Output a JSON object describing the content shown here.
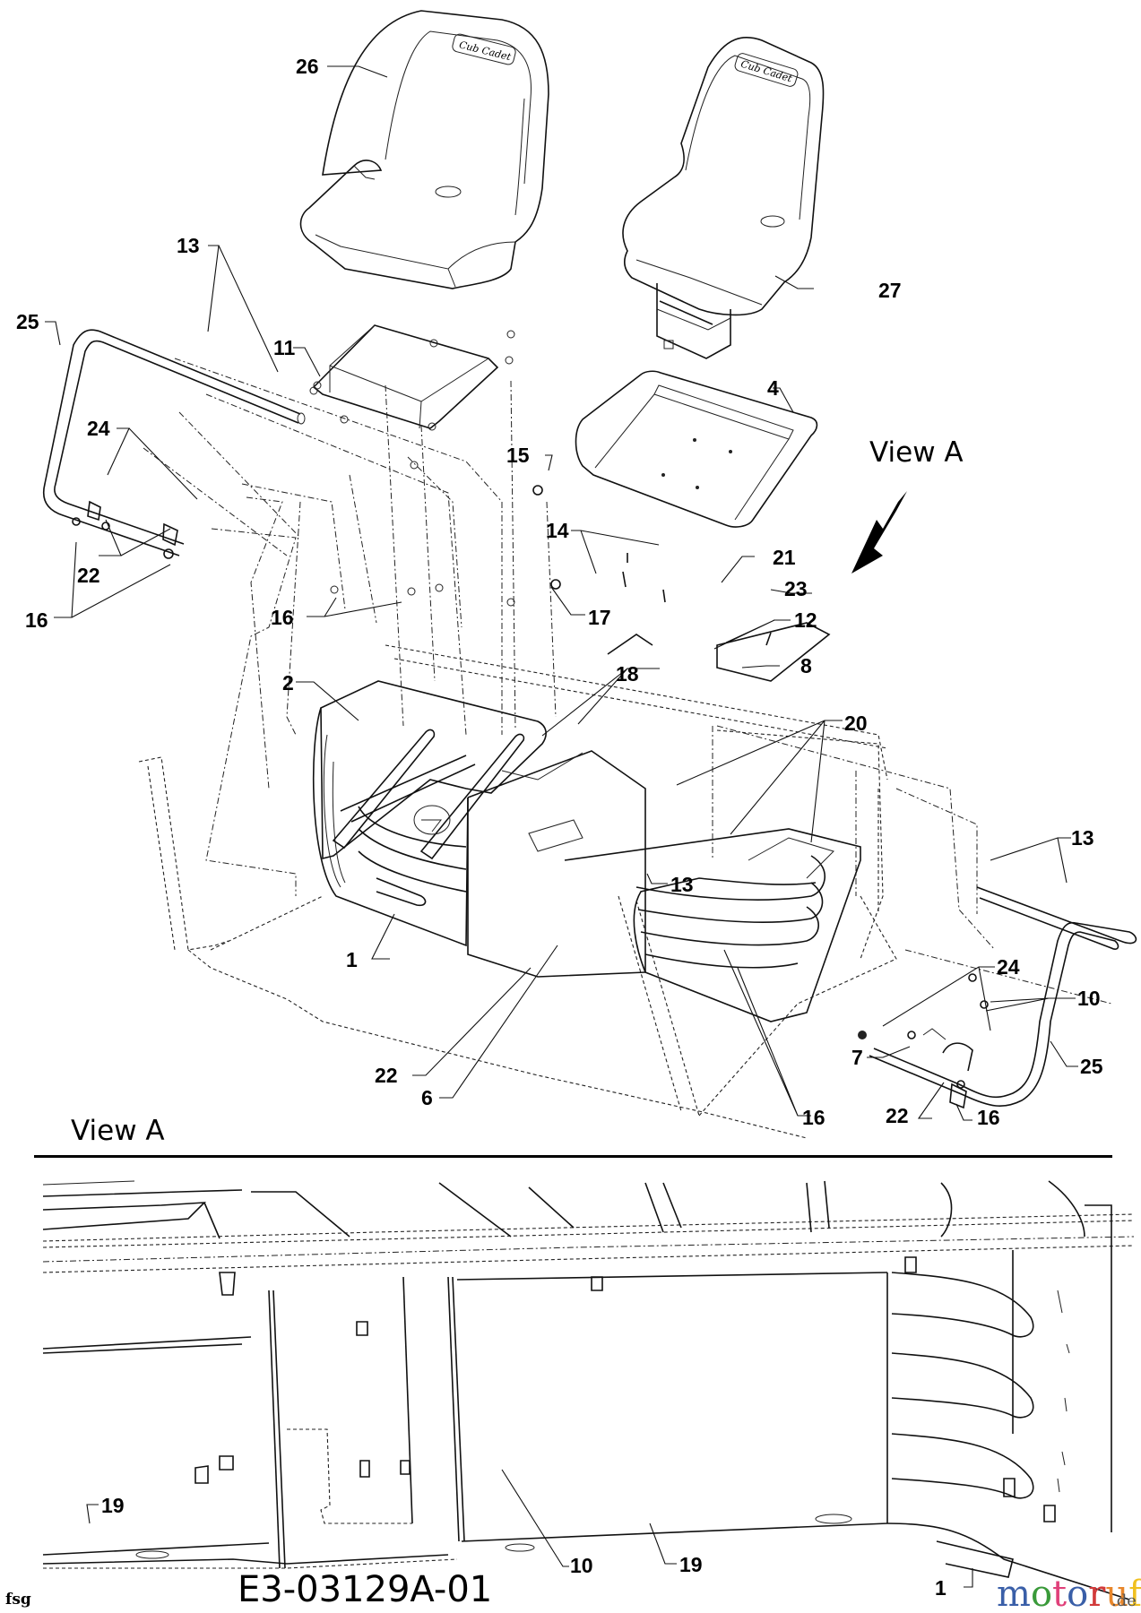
{
  "diagram": {
    "title_view_label": "View A",
    "view_arrow_label": "View A",
    "drawing_number": "E3-03129A-01",
    "footer_code": "fsg",
    "seat_logo_text": "Cub Cadet",
    "watermark": {
      "letters": [
        "m",
        "o",
        "t",
        "o",
        "r",
        "u",
        "f"
      ],
      "colors": [
        "#3a5fa8",
        "#3a9a3a",
        "#e0407a",
        "#3a5fa8",
        "#d23a3a",
        "#e8862a",
        "#f0c020"
      ],
      "suffix": ".de"
    },
    "callouts": {
      "c26": "26",
      "c27": "27",
      "c13a": "13",
      "c25a": "25",
      "c11": "11",
      "c4": "4",
      "c24a": "24",
      "c15": "15",
      "c22a": "22",
      "c16a": "16",
      "c14": "14",
      "c21": "21",
      "c23": "23",
      "c16b": "16",
      "c17": "17",
      "c12": "12",
      "c18": "18",
      "c8": "8",
      "c2": "2",
      "c20": "20",
      "c13b": "13",
      "c13c": "13",
      "c1a": "1",
      "c24b": "24",
      "c10a": "10",
      "c7": "7",
      "c25b": "25",
      "c22b": "22",
      "c6": "6",
      "c16c": "16",
      "c22c": "22",
      "c16d": "16",
      "c19a": "19",
      "c10b": "10",
      "c19b": "19",
      "c1b": "1"
    },
    "parts_referenced": [
      "1",
      "2",
      "4",
      "6",
      "7",
      "8",
      "10",
      "11",
      "12",
      "13",
      "14",
      "15",
      "16",
      "17",
      "18",
      "19",
      "20",
      "21",
      "22",
      "23",
      "24",
      "25",
      "26",
      "27"
    ]
  }
}
